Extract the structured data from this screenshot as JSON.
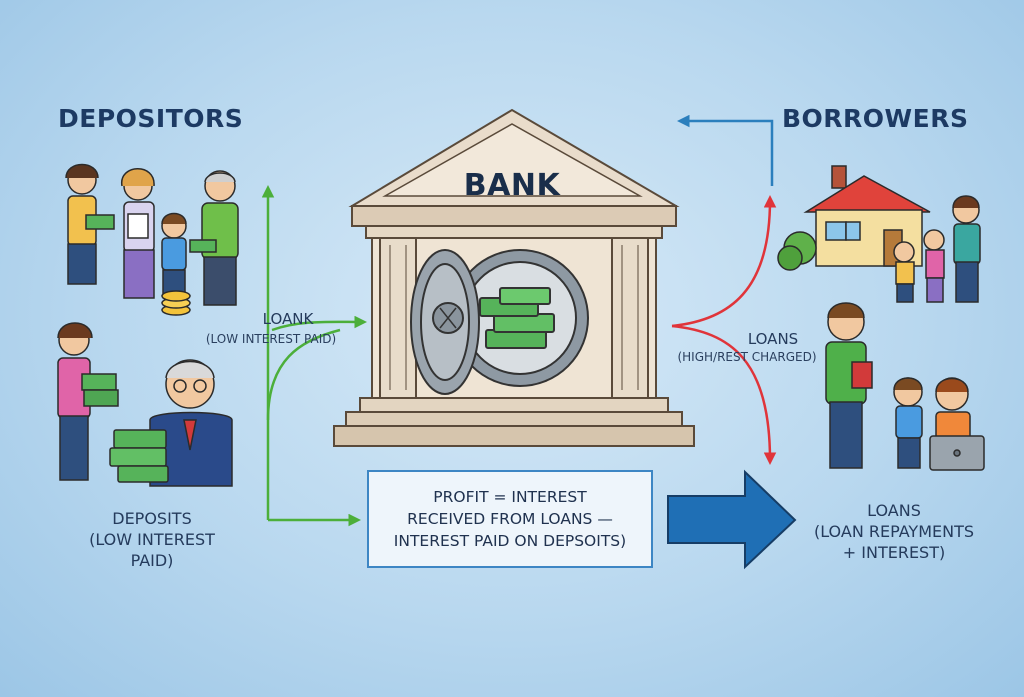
{
  "headings": {
    "depositors": "DEPOSITORS",
    "borrowers": "BORROWERS",
    "bank": "BANK"
  },
  "labels": {
    "loan_left_title": "LOANK",
    "loan_left_sub": "(LOW INTEREST PAID)",
    "loans_right_title": "LOANS",
    "loans_right_sub": "(HIGH/REST CHARGED)",
    "deposits_line1": "DEPOSITS",
    "deposits_line2": "(LOW INTEREST",
    "deposits_line3": "PAID)",
    "repay_line1": "LOANS",
    "repay_line2": "(LOAN REPAYMENTS",
    "repay_line3": "+ INTEREST)"
  },
  "profit_box": {
    "line1": "PROFIT = INTEREST",
    "line2": "RECEIVED FROM LOANS —",
    "line3": "INTEREST PAID ON DEPSOITS)"
  },
  "colors": {
    "green_flow": "#4caf3a",
    "red_flow": "#e0343a",
    "blue_flow": "#2b7fbd",
    "big_arrow": "#1f6fb5",
    "cash": "#56b35a"
  }
}
